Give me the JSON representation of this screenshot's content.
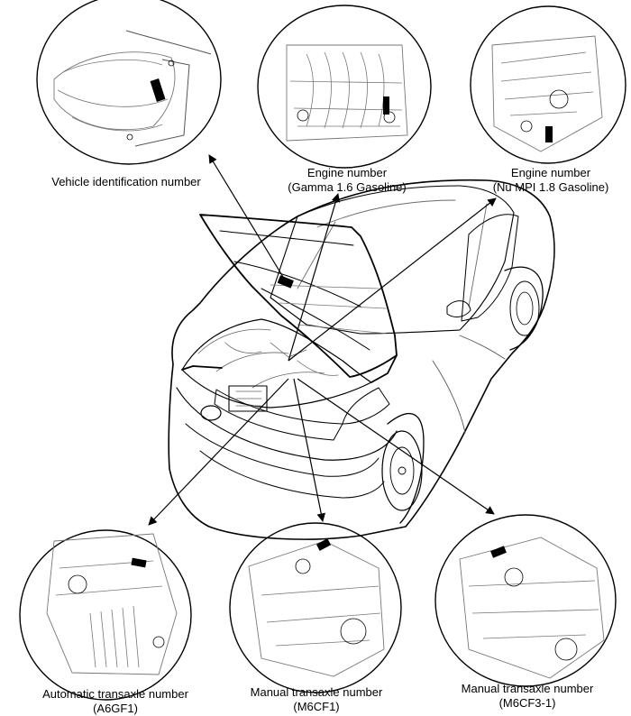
{
  "callouts": [
    {
      "id": "vin",
      "lines": [
        "Vehicle identification number"
      ]
    },
    {
      "id": "engine_gamma",
      "lines": [
        "Engine number",
        "(Gamma 1.6 Gasoline)"
      ]
    },
    {
      "id": "engine_nu",
      "lines": [
        "Engine number",
        "(Nu MPI 1.8 Gasoline)"
      ]
    },
    {
      "id": "trans_auto",
      "lines": [
        "Automatic transaxle number",
        "(A6GF1)"
      ]
    },
    {
      "id": "trans_m6cf1",
      "lines": [
        "Manual transaxle number",
        "(M6CF1)"
      ]
    },
    {
      "id": "trans_m6cf3",
      "lines": [
        "Manual transaxle number",
        "(M6CF3-1)"
      ]
    }
  ],
  "colors": {
    "line": "#000000",
    "background": "#ffffff",
    "detail": "#9a9a9a"
  }
}
